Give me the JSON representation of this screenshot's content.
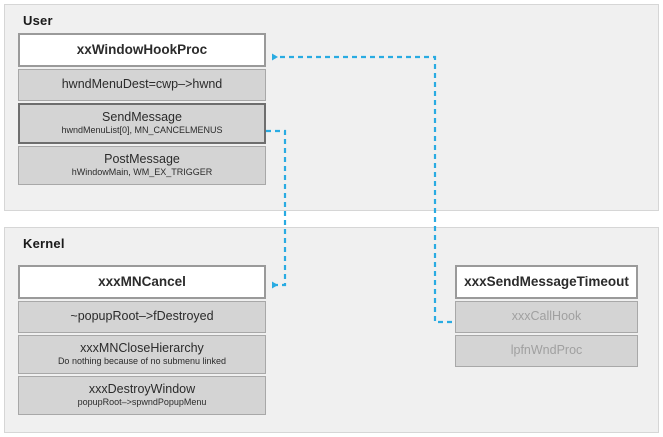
{
  "diagram": {
    "accent_color": "#29ABE2",
    "panel_bg": "#f0f0f0",
    "node_bg": "#d4d4d4",
    "header_bg": "#ffffff",
    "muted_text_color": "#a0a0a0"
  },
  "panels": [
    {
      "id": "user",
      "title": "User",
      "stacks": [
        {
          "id": "user-main",
          "nodes": [
            {
              "title": "xxWindowHookProc",
              "sub": "",
              "style": "header"
            },
            {
              "title": "hwndMenuDest=cwp–>hwnd",
              "sub": "",
              "style": "single"
            },
            {
              "title": "SendMessage",
              "sub": "hwndMenuList[0], MN_CANCELMENUS",
              "style": "emphasis"
            },
            {
              "title": "PostMessage",
              "sub": "hWindowMain, WM_EX_TRIGGER",
              "style": "normal"
            }
          ]
        }
      ]
    },
    {
      "id": "kernel",
      "title": "Kernel",
      "stacks": [
        {
          "id": "kernel-main",
          "nodes": [
            {
              "title": "xxxMNCancel",
              "sub": "",
              "style": "header"
            },
            {
              "title": "~popupRoot–>fDestroyed",
              "sub": "",
              "style": "single"
            },
            {
              "title": "xxxMNCloseHierarchy",
              "sub": "Do nothing because of no submenu linked",
              "style": "normal"
            },
            {
              "title": "xxxDestroyWindow",
              "sub": "popupRoot–>spwndPopupMenu",
              "style": "normal"
            }
          ]
        },
        {
          "id": "kernel-smt",
          "nodes": [
            {
              "title": "xxxSendMessageTimeout",
              "sub": "",
              "style": "header"
            },
            {
              "title": "xxxCallHook",
              "sub": "",
              "style": "muted"
            },
            {
              "title": "lpfnWndProc",
              "sub": "",
              "style": "muted"
            }
          ]
        }
      ]
    }
  ],
  "connectors": [
    {
      "id": "sendmessage-to-mncancel",
      "from": "SendMessage",
      "to": "xxxMNCancel",
      "label": ""
    },
    {
      "id": "callhook-to-windowhookproc",
      "from": "xxxCallHook",
      "to": "xxWindowHookProc",
      "label": ""
    }
  ]
}
